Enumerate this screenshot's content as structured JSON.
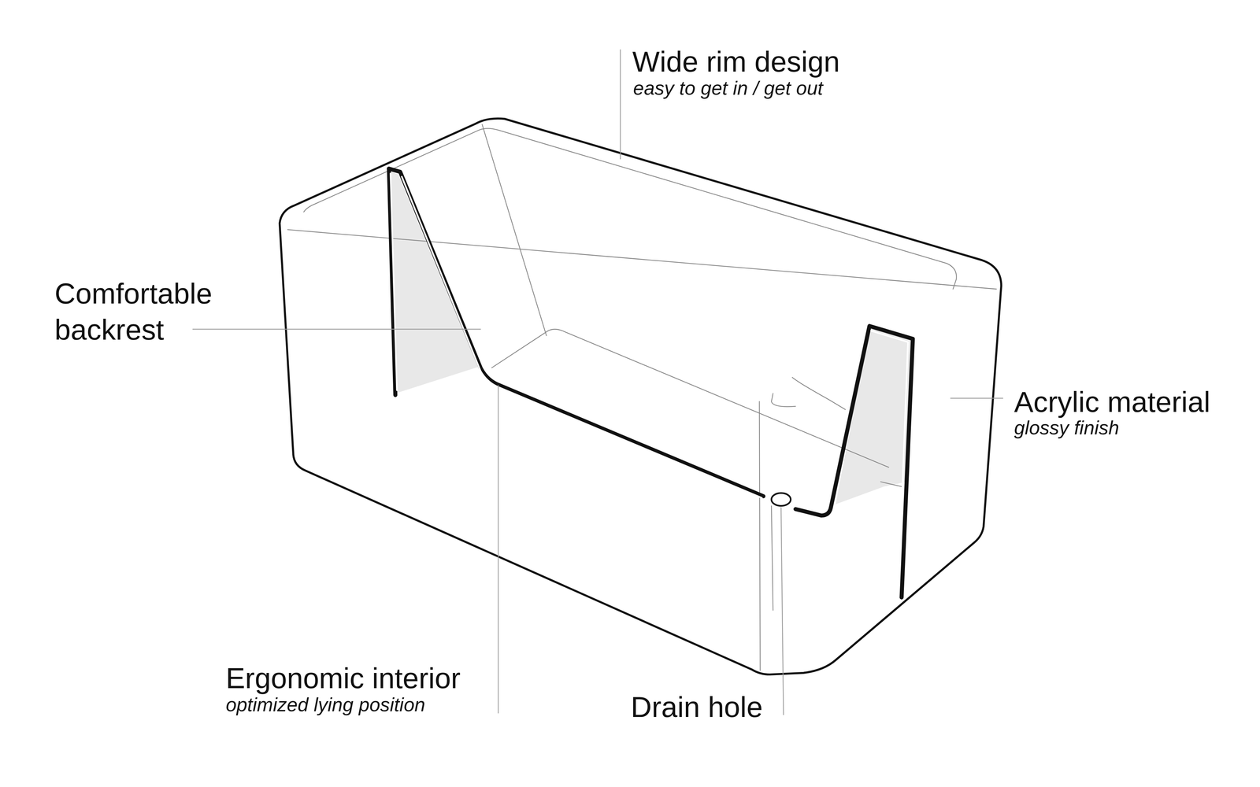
{
  "diagram": {
    "labels": [
      "Wide rim design",
      "easy to get in / get out",
      "Comfortable backrest",
      "Acrylic material",
      "glossy finish",
      "Ergonomic interior",
      "optimized lying position",
      "Drain hole"
    ]
  }
}
